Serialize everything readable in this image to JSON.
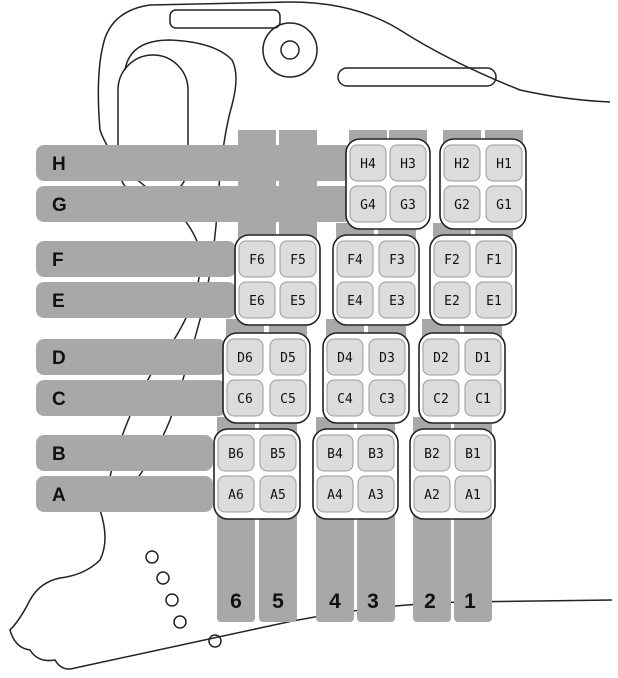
{
  "colors": {
    "band": "#a8a8a8",
    "cell_fill": "#dcdcdc",
    "cell_stroke": "#9a9a9a",
    "group_stroke": "#222222",
    "outline": "#222222"
  },
  "rows": [
    {
      "letter": "H",
      "cells": [
        "H4",
        "H3",
        "H2",
        "H1"
      ]
    },
    {
      "letter": "G",
      "cells": [
        "G4",
        "G3",
        "G2",
        "G1"
      ]
    },
    {
      "letter": "F",
      "cells": [
        "F6",
        "F5",
        "F4",
        "F3",
        "F2",
        "F1"
      ]
    },
    {
      "letter": "E",
      "cells": [
        "E6",
        "E5",
        "E4",
        "E3",
        "E2",
        "E1"
      ]
    },
    {
      "letter": "D",
      "cells": [
        "D6",
        "D5",
        "D4",
        "D3",
        "D2",
        "D1"
      ]
    },
    {
      "letter": "C",
      "cells": [
        "C6",
        "C5",
        "C4",
        "C3",
        "C2",
        "C1"
      ]
    },
    {
      "letter": "B",
      "cells": [
        "B6",
        "B5",
        "B4",
        "B3",
        "B2",
        "B1"
      ]
    },
    {
      "letter": "A",
      "cells": [
        "A6",
        "A5",
        "A4",
        "A3",
        "A2",
        "A1"
      ]
    }
  ],
  "columns": [
    "6",
    "5",
    "4",
    "3",
    "2",
    "1"
  ]
}
